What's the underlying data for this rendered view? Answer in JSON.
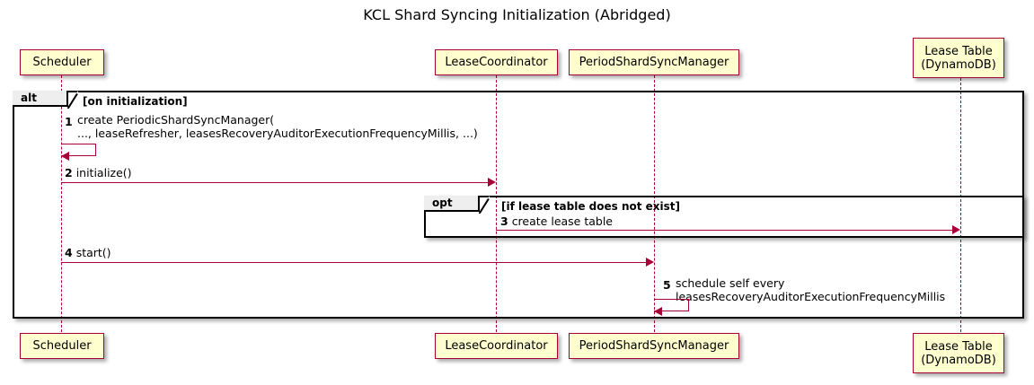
{
  "diagram": {
    "type": "sequence-diagram",
    "title": "KCL Shard Syncing Initialization (Abridged)",
    "colors": {
      "participant_fill": "#FEFECE",
      "participant_border": "#A80036",
      "lifeline": "#A80036",
      "arrow": "#A80036",
      "frame_border": "#000000",
      "frame_tab_fill": "#EEEEEE",
      "background": "#FFFFFF"
    },
    "participants": [
      {
        "id": "scheduler",
        "label": "Scheduler",
        "lines": [
          "Scheduler"
        ]
      },
      {
        "id": "leasecoordinator",
        "label": "LeaseCoordinator",
        "lines": [
          "LeaseCoordinator"
        ]
      },
      {
        "id": "periodshardsyncmanager",
        "label": "PeriodShardSyncManager",
        "lines": [
          "PeriodShardSyncManager"
        ]
      },
      {
        "id": "leasetable",
        "label": "Lease Table (DynamoDB)",
        "lines": [
          "Lease Table",
          "(DynamoDB)"
        ]
      }
    ],
    "frames": [
      {
        "id": "alt-frame",
        "operator": "alt",
        "guard": "[on initialization]"
      },
      {
        "id": "opt-frame",
        "operator": "opt",
        "guard": "[if lease table does not exist]"
      }
    ],
    "messages": [
      {
        "number": "1",
        "from": "scheduler",
        "to": "scheduler",
        "kind": "self",
        "lines": [
          "create PeriodicShardSyncManager(",
          "   ..., leaseRefresher, leasesRecoveryAuditorExecutionFrequencyMillis, ...)"
        ]
      },
      {
        "number": "2",
        "from": "scheduler",
        "to": "leasecoordinator",
        "kind": "sync",
        "lines": [
          "initialize()"
        ]
      },
      {
        "number": "3",
        "from": "leasecoordinator",
        "to": "leasetable",
        "kind": "sync",
        "lines": [
          "create lease table"
        ]
      },
      {
        "number": "4",
        "from": "scheduler",
        "to": "periodshardsyncmanager",
        "kind": "sync",
        "lines": [
          "start()"
        ]
      },
      {
        "number": "5",
        "from": "periodshardsyncmanager",
        "to": "periodshardsyncmanager",
        "kind": "self",
        "lines": [
          "schedule self every",
          "   leasesRecoveryAuditorExecutionFrequencyMillis"
        ]
      }
    ]
  }
}
